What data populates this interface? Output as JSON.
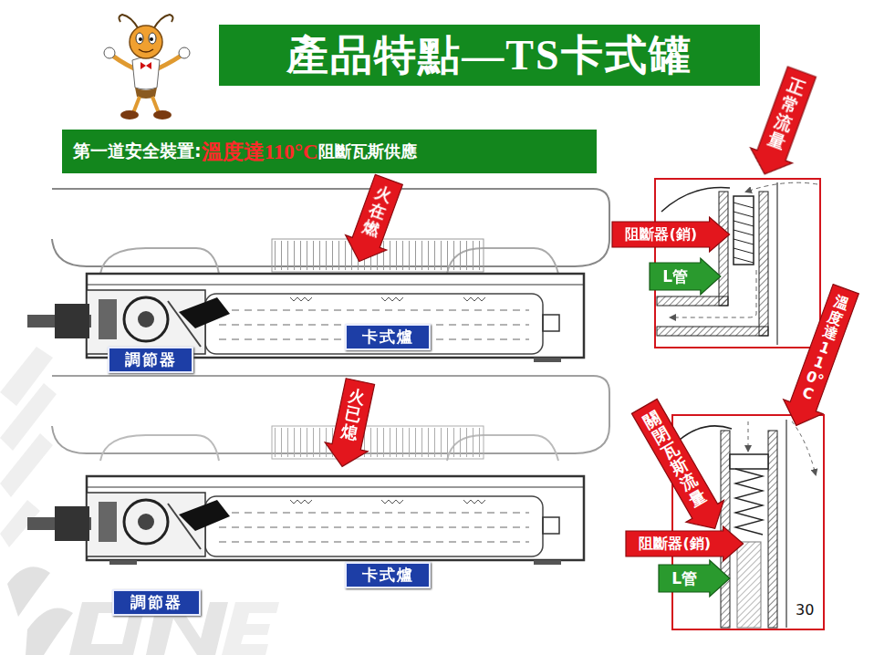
{
  "diagram": {
    "title": "產品特點—TS卡式罐",
    "nodes": [
      {
        "text": [
          "第一道安全裝置:",
          "溫度達110°C",
          "阻斷瓦斯供應"
        ]
      },
      {
        "text": [
          "正常流量"
        ]
      },
      {
        "text": [
          "火在燃"
        ]
      },
      {
        "text": [
          "阻斷器(銷)"
        ]
      },
      {
        "text": [
          "L管"
        ]
      },
      {
        "text": [
          "卡式爐"
        ]
      },
      {
        "text": [
          "調節器"
        ]
      },
      {
        "text": [
          "溫度達110°C"
        ]
      },
      {
        "text": [
          "火已熄"
        ]
      },
      {
        "text": [
          "關閉瓦斯流量"
        ]
      },
      {
        "text": [
          "阻斷器(銷)"
        ]
      },
      {
        "text": [
          "L管"
        ]
      },
      {
        "text": [
          "卡式爐"
        ]
      },
      {
        "text": [
          "調節器"
        ]
      }
    ],
    "labels": [
      "30"
    ]
  }
}
